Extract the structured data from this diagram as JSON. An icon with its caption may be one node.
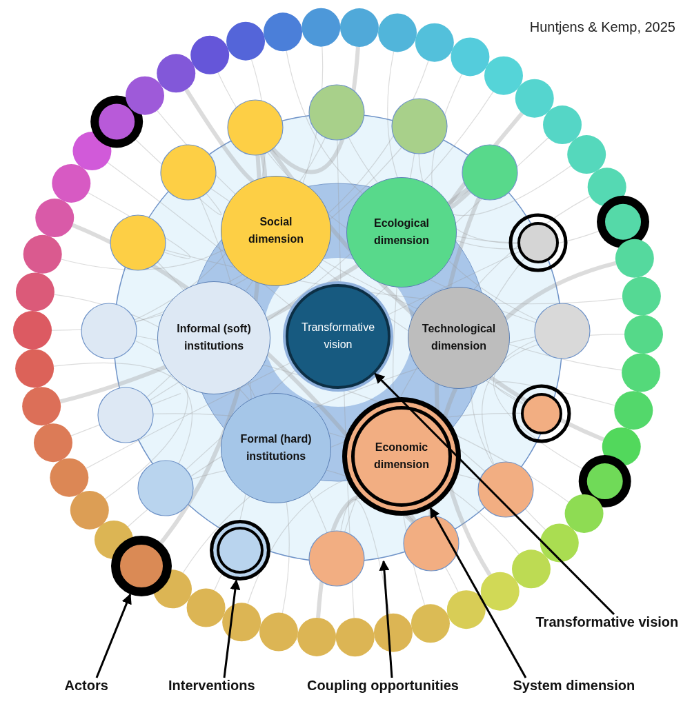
{
  "diagram": {
    "nodes": [
      {
        "text": [
          "Social dimension"
        ]
      },
      {
        "text": [
          "Ecological dimension"
        ]
      },
      {
        "text": [
          "Informal (soft) institutions"
        ]
      },
      {
        "text": [
          "Transformative vision"
        ]
      },
      {
        "text": [
          "Technological dimension"
        ]
      },
      {
        "text": [
          "Formal (hard) institutions"
        ]
      },
      {
        "text": [
          "Economic dimension"
        ]
      },
      {
        "text": [],
        "shape": "circle"
      },
      {
        "text": [],
        "shape": "circle"
      },
      {
        "text": [
          "Transformative vision"
        ]
      },
      {
        "text": [
          "Actors"
        ]
      },
      {
        "text": [
          "Interventions"
        ]
      },
      {
        "text": [
          "Coupling opportunities"
        ]
      },
      {
        "text": [
          "System dimension"
        ]
      }
    ],
    "edges": [
      {
        "from": 9,
        "to": 3,
        "arrow": "to"
      },
      {
        "from": 10,
        "to": 7,
        "arrow": "to"
      },
      {
        "from": 11,
        "to": 8,
        "arrow": "to"
      },
      {
        "from": 12,
        "to": null,
        "arrow": "to"
      },
      {
        "from": 13,
        "to": 6,
        "arrow": "to"
      }
    ],
    "labels": [
      "Huntjens & Kemp, 2025"
    ]
  }
}
